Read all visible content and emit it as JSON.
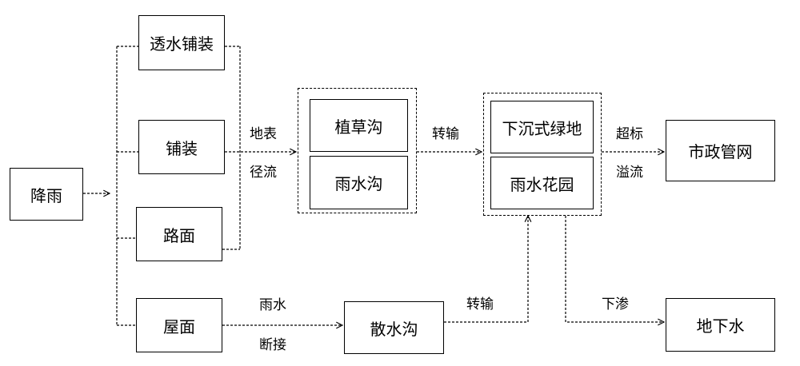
{
  "nodes": {
    "rainfall": "降雨",
    "permeable_paving": "透水铺装",
    "paving": "铺装",
    "road": "路面",
    "roof": "屋面",
    "grass_swale": "植草沟",
    "rain_ditch": "雨水沟",
    "scatter_ditch": "散水沟",
    "sunken_green": "下沉式绿地",
    "rain_garden": "雨水花园",
    "municipal_network": "市政管网",
    "groundwater": "地下水"
  },
  "edge_labels": {
    "surface": "地表",
    "runoff": "径流",
    "transfer_top": "转输",
    "exceed": "超标",
    "overflow": "溢流",
    "rainwater": "雨水",
    "disconnect": "断接",
    "transfer_bottom": "转输",
    "infiltrate": "下渗"
  }
}
